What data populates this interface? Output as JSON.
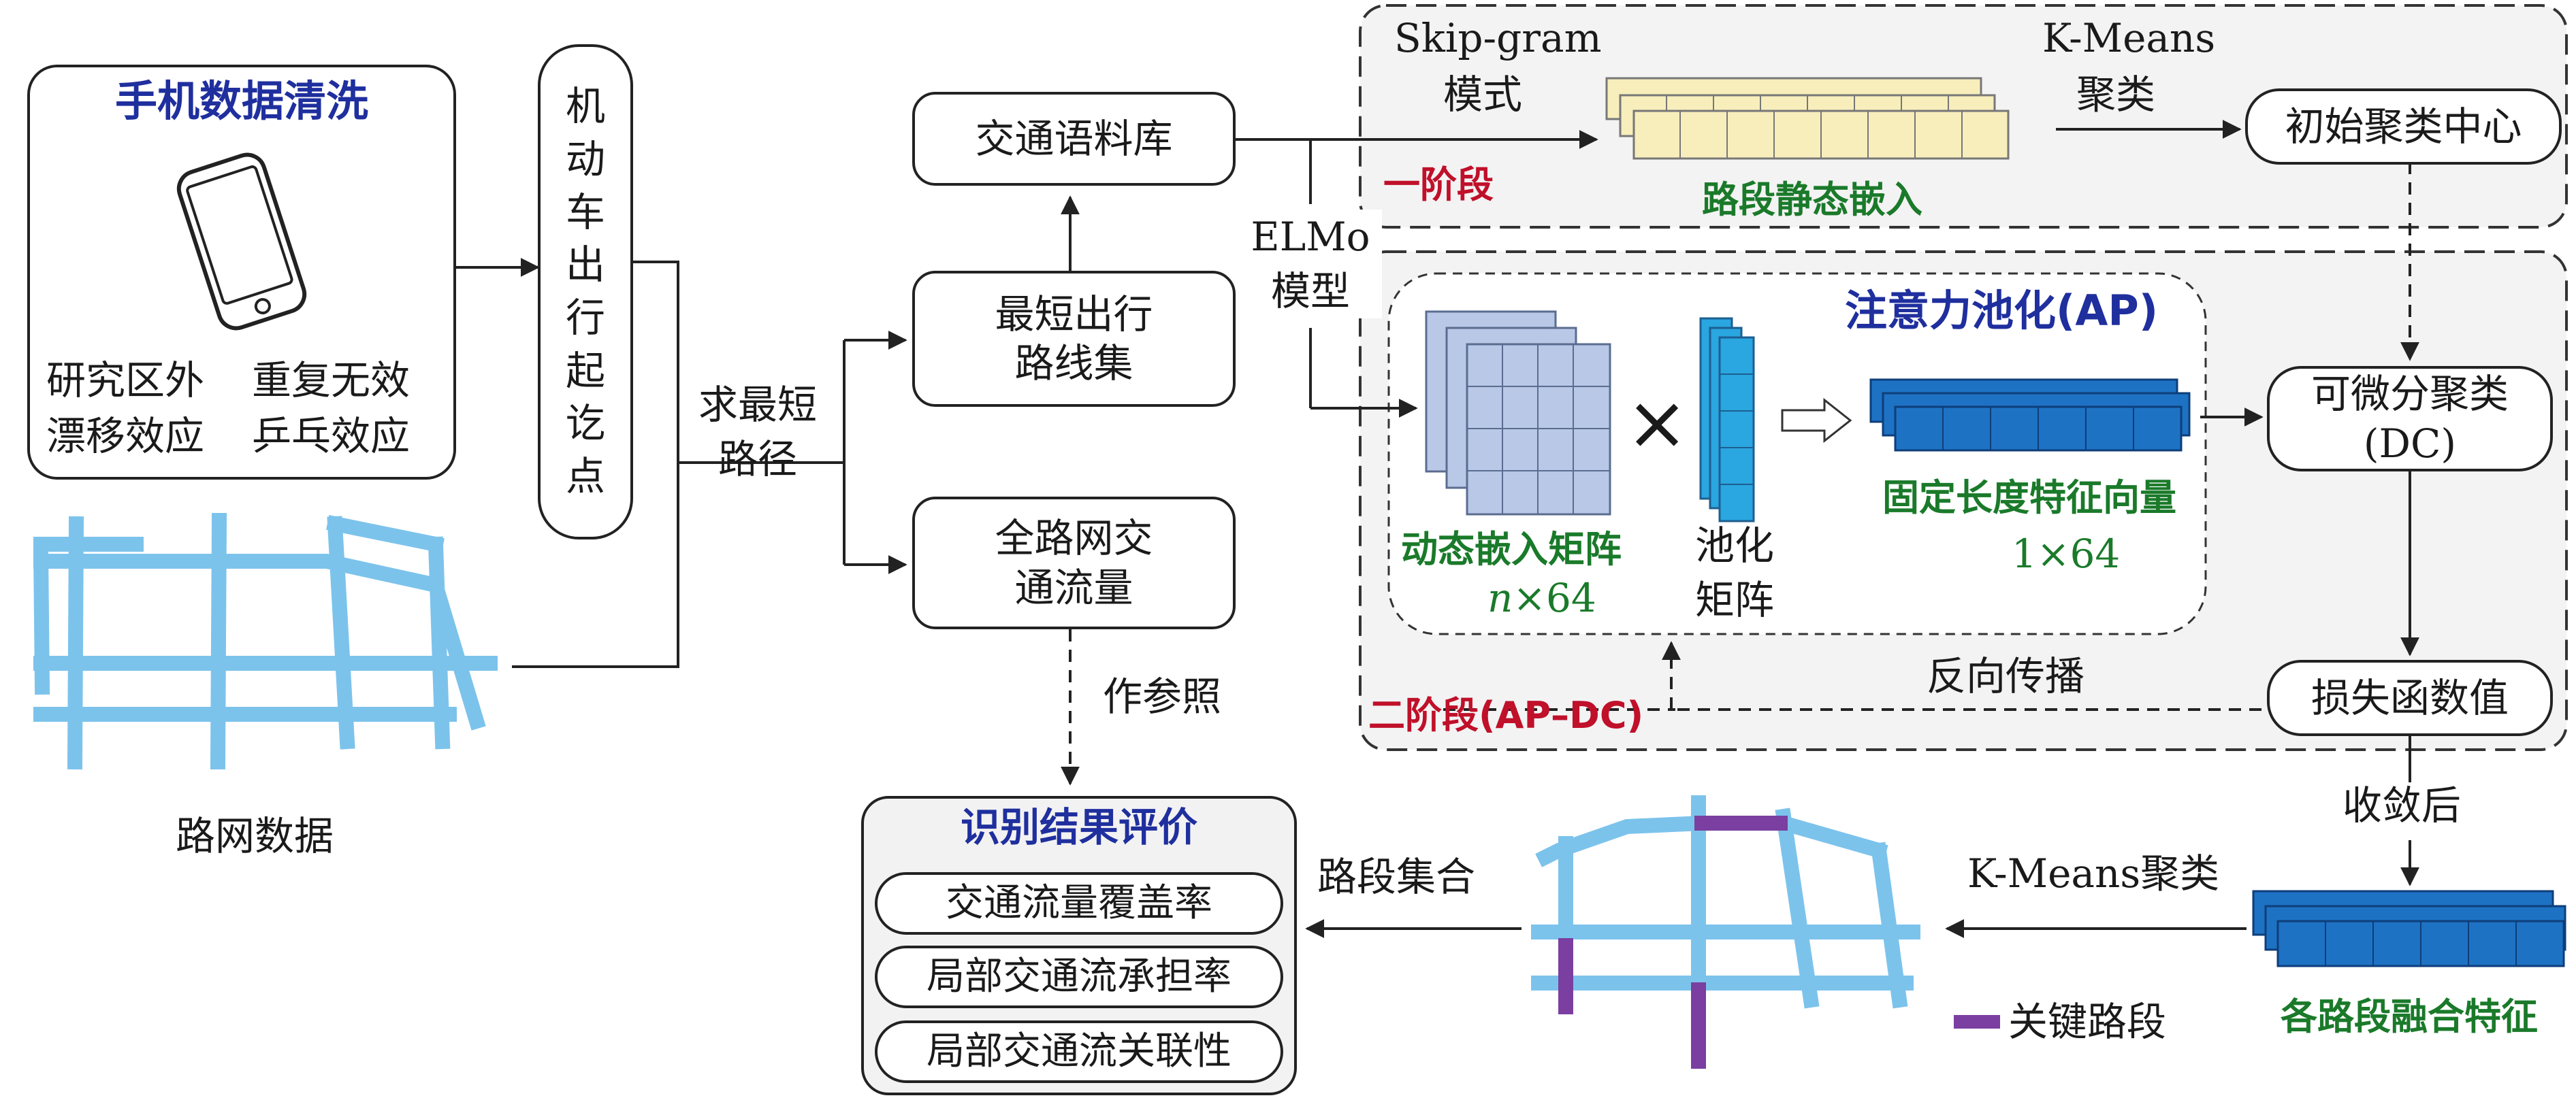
{
  "phone_panel": {
    "title": "手机数据清洗",
    "item_1": "研究区外",
    "item_2": "重复无效",
    "item_3": "漂移效应",
    "item_4": "乒乓效应"
  },
  "road_data_label": "路网数据",
  "od_box": "机动车出行起讫点",
  "shortest_path_label": "求最短路径",
  "corpus_box": "交通语料库",
  "shortest_routes_box": "最短出行路线集",
  "network_flow_box": "全路网交通流量",
  "reference_label": "作参照",
  "elmo_label": "ELMo模型",
  "stage1": {
    "skipgram_label": "Skip-gram",
    "mode_label": "模式",
    "kmeans_label": "K-Means",
    "cluster_label": "聚类",
    "stage_label": "一阶段",
    "static_embed_label": "路段静态嵌入",
    "init_center_box": "初始聚类中心"
  },
  "stage2": {
    "ap_title": "注意力池化(AP)",
    "dynamic_embed_label": "动态嵌入矩阵",
    "dynamic_dim_n": "n",
    "dynamic_dim_rest": "×64",
    "multiply_symbol": "×",
    "pool_label_1": "池化",
    "pool_label_2": "矩阵",
    "fixed_vec_label": "固定长度特征向量",
    "fixed_dim": "1×64",
    "dc_box_1": "可微分聚类",
    "dc_box_2": "(DC)",
    "loss_box": "损失函数值",
    "backprop_label": "反向传播",
    "stage_label": "二阶段(AP–DC)"
  },
  "converge_label": "收敛后",
  "fused_label": "各路段融合特征",
  "kmeans_cluster_label": "K-Means聚类",
  "key_segment_legend": "关键路段",
  "segment_set_label": "路段集合",
  "eval_panel": {
    "title": "识别结果评价",
    "item_1": "交通流量覆盖率",
    "item_2": "局部交通流承担率",
    "item_3": "局部交通流关联性"
  },
  "colors": {
    "road_blue": "#7cc3ec",
    "key_purple": "#7a3fa0",
    "static_yellow": "#f7eebc",
    "dynamic_grey": "#b9c8e6",
    "pool_blue": "#2aa6e0",
    "vector_blue": "#1e72c4",
    "title_blue": "#1f2f9e",
    "label_green": "#1a7a2a",
    "stage_red": "#c0102a"
  }
}
